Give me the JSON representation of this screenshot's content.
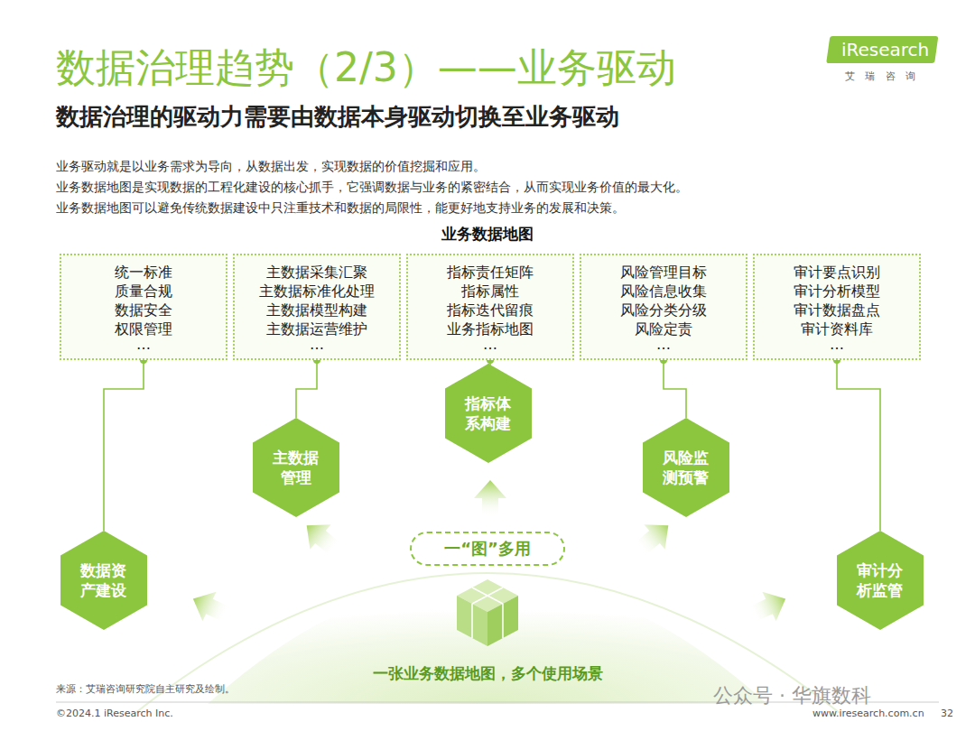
{
  "diagram": {
    "title": "数据治理趋势（2/3）——业务驱动",
    "nodes": [
      {
        "text": [
          "统一标准",
          "质量合规",
          "数据安全",
          "权限管理",
          "…"
        ]
      },
      {
        "text": [
          "主数据采集汇聚",
          "主数据标准化处理",
          "主数据模型构建",
          "主数据运营维护",
          "…"
        ]
      },
      {
        "text": [
          "指标责任矩阵",
          "指标属性",
          "指标迭代留痕",
          "业务指标地图",
          "…"
        ]
      },
      {
        "text": [
          "风险管理目标",
          "风险信息收集",
          "风险分类分级",
          "风险定责",
          "…"
        ]
      },
      {
        "text": [
          "审计要点识别",
          "审计分析模型",
          "审计数据盘点",
          "审计资料库",
          "…"
        ]
      },
      {
        "text": [
          "数据资产建设"
        ]
      },
      {
        "text": [
          "主数据管理"
        ]
      },
      {
        "text": [
          "指标体系构建"
        ]
      },
      {
        "text": [
          "风险监测预警"
        ]
      },
      {
        "text": [
          "审计分析监管"
        ]
      },
      {
        "text": [
          "一“图”多用"
        ]
      }
    ],
    "edges": [
      {
        "from": 5,
        "to": 0,
        "arrow": "none"
      },
      {
        "from": 6,
        "to": 1,
        "arrow": "none"
      },
      {
        "from": 7,
        "to": 2,
        "arrow": "none"
      },
      {
        "from": 8,
        "to": 3,
        "arrow": "none"
      },
      {
        "from": 9,
        "to": 4,
        "arrow": "none"
      }
    ],
    "labels": [
      "数据治理的驱动力需要由数据本身驱动切换至业务驱动",
      "业务驱动就是以业务需求为导向，从数据出发，实现数据的价值挖掘和应用。",
      "业务数据地图是实现数据的工程化建设的核心抓手，它强调数据与业务的紧密结合，从而实现业务价值的最大化。",
      "业务数据地图可以避免传统数据建设中只注重技术和数据的局限性，能更好地支持业务的发展和决策。",
      "业务数据地图",
      "一张业务数据地图，多个使用场景",
      "来源：艾瑞咨询研究院自主研究及绘制。",
      "©2024.1 iResearch Inc.",
      "www.iresearch.com.cn",
      "32",
      "iResearch",
      "艾 瑞 咨 询",
      "公众号 · 华旗数科"
    ]
  }
}
